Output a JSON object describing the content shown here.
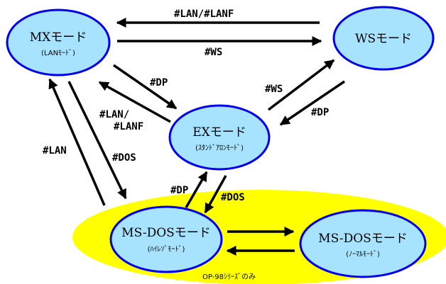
{
  "colors": {
    "node_fill": "#A7E3FF",
    "node_stroke": "#0000EE",
    "region_fill": "#FFFF00",
    "arrow": "#000000"
  },
  "region": {
    "note": "OP-98ｼﾘｰｽﾞのみ"
  },
  "nodes": {
    "mx": {
      "title": "MXモード",
      "subtitle": "(LANﾓｰﾄﾞ)"
    },
    "ws": {
      "title": "WSモード",
      "subtitle": ""
    },
    "ex": {
      "title": "EXモード",
      "subtitle": "(ｽﾀﾝﾄﾞｱﾛﾝﾓｰﾄﾞ)"
    },
    "msdos_hi": {
      "title": "MS-DOSモード",
      "subtitle": "(ﾊｲﾚｿﾞﾓｰﾄﾞ)"
    },
    "msdos_normal": {
      "title": "MS-DOSモード",
      "subtitle": "(ﾉｰﾏﾙﾓｰﾄﾞ)"
    }
  },
  "edges": {
    "ws_to_mx": "#LAN/#LANF",
    "mx_to_ws": "#WS",
    "mx_to_ex": "#DP",
    "ex_to_mx_1": "#LAN/",
    "ex_to_mx_2": "#LANF",
    "ex_to_ws": "#WS",
    "ws_to_ex": "#DP",
    "dos_to_mx": "#LAN",
    "mx_to_dos": "#DOS",
    "dos_to_ex": "#DP",
    "ex_to_dos": "#DOS"
  }
}
